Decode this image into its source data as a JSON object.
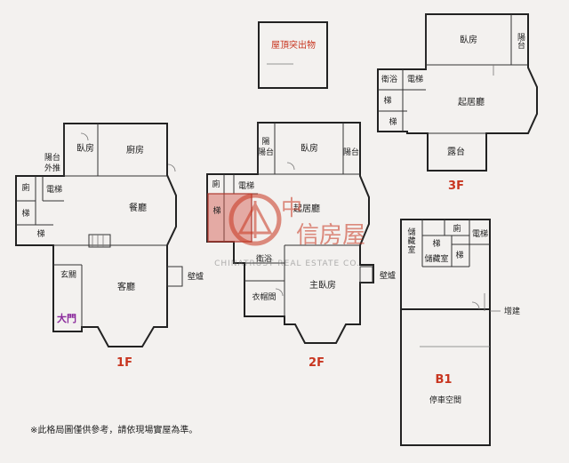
{
  "levels": {
    "f1": "1F",
    "f2": "2F",
    "f3": "3F",
    "b1": "B1"
  },
  "roof": {
    "structure": "屋頂突出物"
  },
  "floor1": {
    "bedroom": "臥房",
    "kitchen": "廚房",
    "balcony_line1": "陽台",
    "balcony_line2": "外推",
    "toilet": "廁",
    "elevator": "電梯",
    "stairs_top": "梯",
    "dining": "餐廳",
    "stairs_bottom": "梯",
    "foyer": "玄關",
    "living": "客廳",
    "fireplace": "壁爐",
    "main_door": "大門"
  },
  "floor2": {
    "balcony_left": "陽台",
    "bedroom": "臥房",
    "balcony_right": "陽台",
    "toilet": "廁",
    "elevator": "電梯",
    "stairs": "梯",
    "living": "起居廳",
    "bath": "衛浴",
    "closet": "衣帽間",
    "master": "主臥房",
    "fireplace": "壁爐"
  },
  "floor3": {
    "bedroom": "臥房",
    "balcony": "陽台",
    "bath": "衛浴",
    "elevator": "電梯",
    "stairs_top": "梯",
    "living": "起居廳",
    "stairs_bottom": "梯",
    "terrace": "露台"
  },
  "basement": {
    "storage_line1": "儲",
    "storage_line2": "藏",
    "storage_line3": "室",
    "toilet": "廁",
    "elevator": "電梯",
    "stairs_a": "梯",
    "storage2": "儲藏室",
    "stairs_b": "梯",
    "addition": "增建",
    "parking": "停車空間"
  },
  "watermark": {
    "cn_top": "中",
    "cn_bottom": "信房屋",
    "en": "CHINATRUST REAL ESTATE CO."
  },
  "footnote": "※此格局圖僅供參考，請依現場實屋為準。",
  "colors": {
    "level_label": "#c8351f",
    "roof_label": "#c8351f",
    "main_door": "#8b2a9c",
    "highlight": "#d2544a"
  }
}
